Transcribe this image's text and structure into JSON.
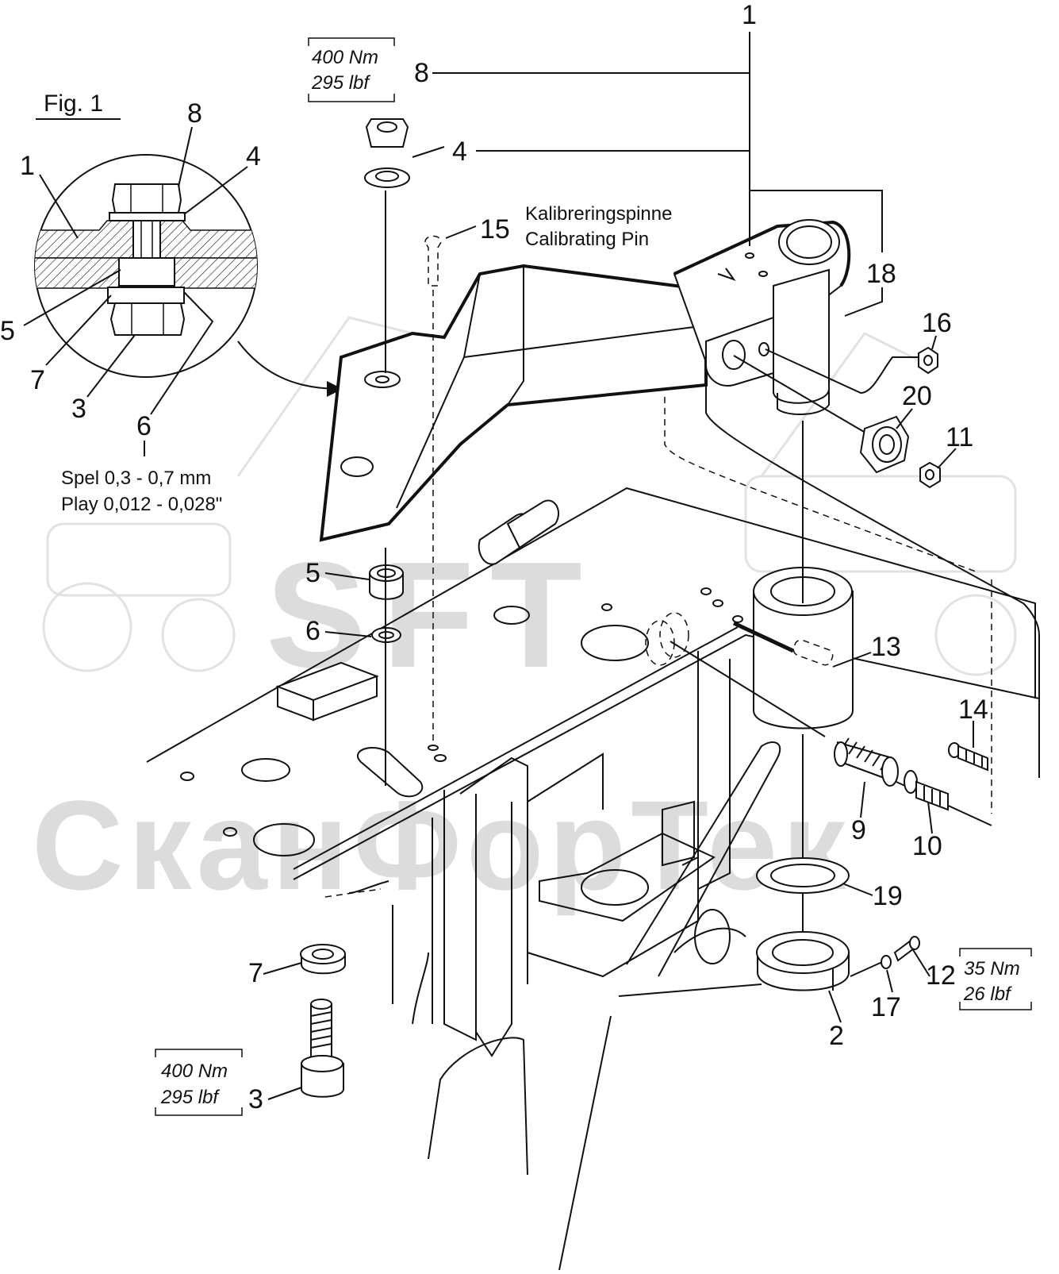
{
  "figure": {
    "fig_label": "Fig. 1",
    "callouts": {
      "n1": "1",
      "n2": "2",
      "n3": "3",
      "n4": "4",
      "n5": "5",
      "n6": "6",
      "n7": "7",
      "n8": "8",
      "n9": "9",
      "n10": "10",
      "n11": "11",
      "n12": "12",
      "n13": "13",
      "n14": "14",
      "n15": "15",
      "n16": "16",
      "n17": "17",
      "n18": "18",
      "n19": "19",
      "n20": "20"
    },
    "detail_callouts": {
      "d1": "1",
      "d3": "3",
      "d4": "4",
      "d5": "5",
      "d6": "6",
      "d7": "7",
      "d8": "8"
    },
    "torque_specs": {
      "top_nm": "400 Nm",
      "top_lbf": "295 lbf",
      "bottom_nm": "400 Nm",
      "bottom_lbf": "295 lbf",
      "small_nm": "35 Nm",
      "small_lbf": "26 lbf"
    },
    "play_note": {
      "line1": "Spel 0,3 - 0,7 mm",
      "line2": "Play 0,012 - 0,028\""
    },
    "pin_note": {
      "line1": "Kalibreringspinne",
      "line2": "Calibrating Pin"
    },
    "watermark": {
      "top": "SFT",
      "bottom": "СканФорТек"
    }
  }
}
